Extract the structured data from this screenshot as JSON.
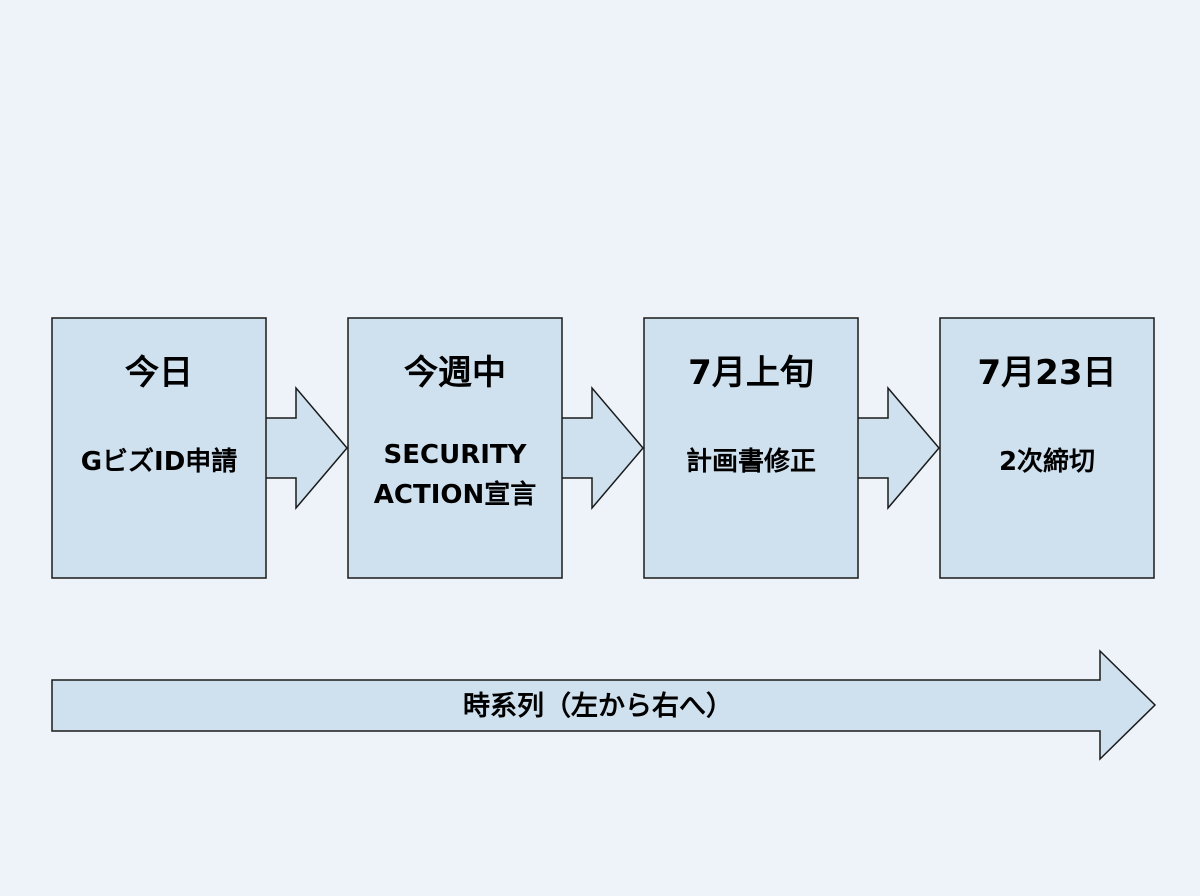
{
  "steps": [
    {
      "heading": "今日",
      "lines": [
        "GビズID申請"
      ]
    },
    {
      "heading": "今週中",
      "lines": [
        "SECURITY",
        "ACTION宣言"
      ]
    },
    {
      "heading": "7月上旬",
      "lines": [
        "計画書修正"
      ]
    },
    {
      "heading": "7月23日",
      "lines": [
        "2次締切"
      ]
    }
  ],
  "timeline": {
    "label": "時系列（左から右へ）"
  },
  "colors": {
    "fill": "#cfe0ef",
    "stroke": "#1a1a1a",
    "background": "#edf3f9"
  }
}
